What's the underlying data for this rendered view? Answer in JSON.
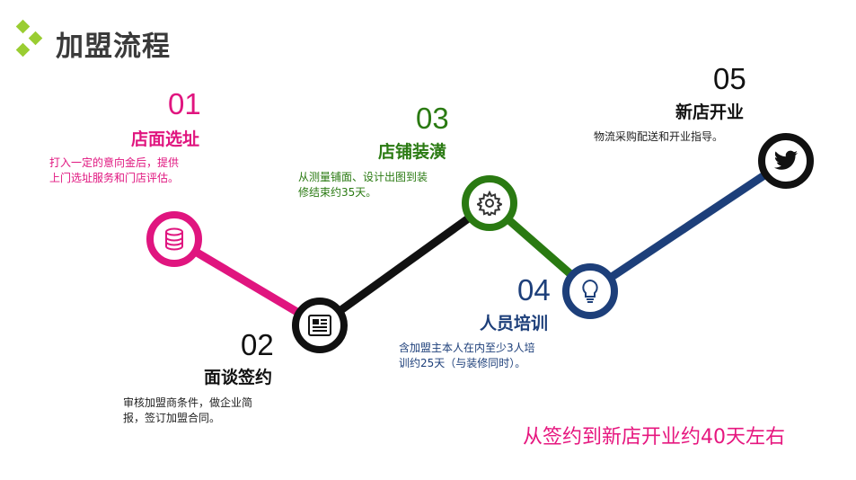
{
  "header": {
    "title": "加盟流程"
  },
  "colors": {
    "step1": "#e0157f",
    "step2": "#111111",
    "step3": "#2a7a12",
    "step4": "#1d3f7a",
    "step5": "#111111"
  },
  "steps": [
    {
      "number": "01",
      "title": "店面选址",
      "desc_lines": [
        "打入一定的意向金后，提供",
        "上门选址服务和门店评估。"
      ],
      "icon": "database-icon"
    },
    {
      "number": "02",
      "title": "面谈签约",
      "desc_lines": [
        "审核加盟商条件，做企业简",
        "报，签订加盟合同。"
      ],
      "icon": "newspaper-icon"
    },
    {
      "number": "03",
      "title": "店铺装潢",
      "desc_lines": [
        "从测量铺面、设计出图到装",
        "修结束约35天。"
      ],
      "icon": "gear-icon"
    },
    {
      "number": "04",
      "title": "人员培训",
      "desc_lines": [
        "含加盟主本人在内至少3人培",
        "训约25天（与装修同时）。"
      ],
      "icon": "lightbulb-icon"
    },
    {
      "number": "05",
      "title": "新店开业",
      "desc_lines": [
        "物流采购配送和开业指导。"
      ],
      "icon": "bird-icon"
    }
  ],
  "footer": {
    "summary": "从签约到新店开业约40天左右"
  }
}
